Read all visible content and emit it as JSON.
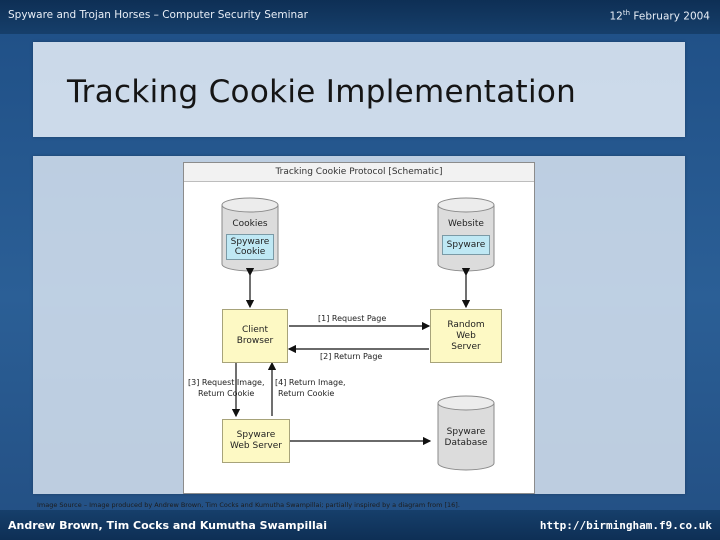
{
  "header": {
    "seminar": "Spyware and Trojan Horses – Computer Security Seminar",
    "date_day": "12",
    "date_suffix": "th",
    "date_rest": " February 2004"
  },
  "slide": {
    "title": "Tracking Cookie Implementation"
  },
  "diagram": {
    "title": "Tracking Cookie Protocol [Schematic]",
    "cookies_db": {
      "label": "Cookies",
      "inner": "Spyware Cookie"
    },
    "website_db": {
      "label": "Website",
      "inner": "Spyware"
    },
    "client_browser": "Client Browser",
    "random_web_server": "Random Web Server",
    "spyware_web_server": "Spyware Web Server",
    "spyware_database": "Spyware Database",
    "arrows": {
      "request_page": "[1] Request Page",
      "return_page": "[2] Return Page",
      "request_image_1": "[3] Request Image,",
      "request_image_2": "Return Cookie",
      "return_image_1": "[4] Return Image,",
      "return_image_2": "Return Cookie"
    }
  },
  "source_note": "Image Source – Image produced by Andrew Brown, Tim Cocks and Kumutha Swampillai; partially inspired by a diagram from [16].",
  "footer": {
    "authors": "Andrew Brown, Tim Cocks and Kumutha Swampillai",
    "url": "http://birmingham.f9.co.uk"
  },
  "colors": {
    "box_fill": "#fdf9c4",
    "db_inner_fill": "#bfe8f4",
    "bar_bg": "#0e2f55"
  }
}
